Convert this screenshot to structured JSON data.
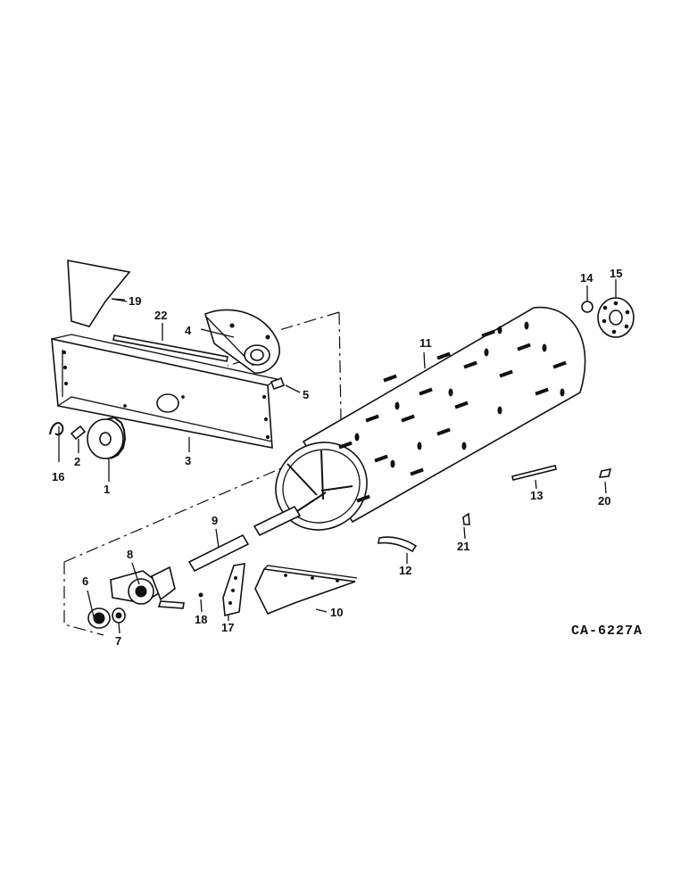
{
  "figure": {
    "code": "CA-6227A",
    "callouts": [
      "1",
      "2",
      "3",
      "4",
      "5",
      "6",
      "7",
      "8",
      "9",
      "10",
      "11",
      "12",
      "13",
      "14",
      "15",
      "16",
      "17",
      "18",
      "19",
      "20",
      "21",
      "22"
    ]
  }
}
